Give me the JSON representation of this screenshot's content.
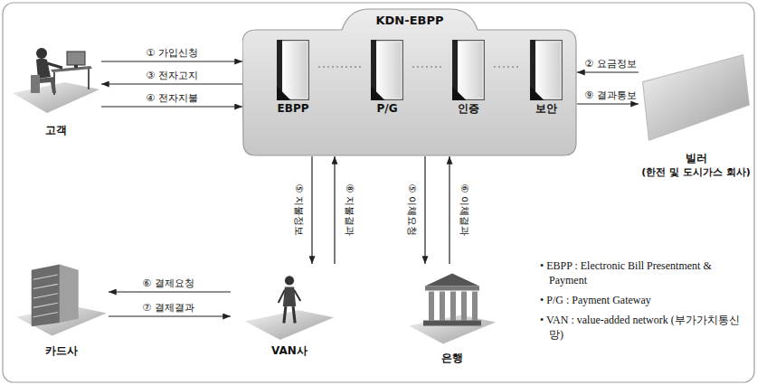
{
  "diagram": {
    "nodes": [
      {
        "text": [
          "KDN-EBPP"
        ]
      },
      {
        "text": [
          "EBPP"
        ],
        "in": 0
      },
      {
        "text": [
          "P/G"
        ],
        "in": 0
      },
      {
        "text": [
          "인증"
        ],
        "in": 0
      },
      {
        "text": [
          "보안"
        ],
        "in": 0
      },
      {
        "text": [
          "고객"
        ]
      },
      {
        "text": [
          "빌러",
          "(한전 및 도시가스 회사)"
        ]
      },
      {
        "text": [
          "카드사"
        ]
      },
      {
        "text": [
          "VAN사"
        ]
      },
      {
        "text": [
          "은행"
        ]
      }
    ],
    "edges": [
      {
        "from": 5,
        "to": 0,
        "label": "① 가입신청",
        "arrow": "to"
      },
      {
        "from": 0,
        "to": 5,
        "label": "③ 전자고지",
        "arrow": "to"
      },
      {
        "from": 5,
        "to": 0,
        "label": "④ 전자지불",
        "arrow": "to"
      },
      {
        "from": 6,
        "to": 0,
        "label": "② 요금정보",
        "arrow": "to"
      },
      {
        "from": 0,
        "to": 6,
        "label": "⑨ 결과통보",
        "arrow": "to"
      },
      {
        "from": 0,
        "to": 8,
        "label": "⑤ 지불정보",
        "arrow": "to"
      },
      {
        "from": 8,
        "to": 0,
        "label": "⑧ 지불결과",
        "arrow": "to"
      },
      {
        "from": 0,
        "to": 9,
        "label": "⑤ 이체요청",
        "arrow": "to"
      },
      {
        "from": 9,
        "to": 0,
        "label": "⑥ 이체결과",
        "arrow": "to"
      },
      {
        "from": 8,
        "to": 7,
        "label": "⑥ 결제요청",
        "arrow": "to"
      },
      {
        "from": 7,
        "to": 8,
        "label": "⑦ 결제결과",
        "arrow": "to"
      },
      {
        "from": 1,
        "to": 2,
        "arrow": "none"
      },
      {
        "from": 2,
        "to": 3,
        "arrow": "none"
      },
      {
        "from": 3,
        "to": 4,
        "arrow": "none"
      }
    ],
    "labels": [
      "• EBPP : Electronic Bill Presentment & Payment",
      "• P/G : Payment Gateway",
      "• VAN : value-added network (부가가치통신망)"
    ]
  }
}
